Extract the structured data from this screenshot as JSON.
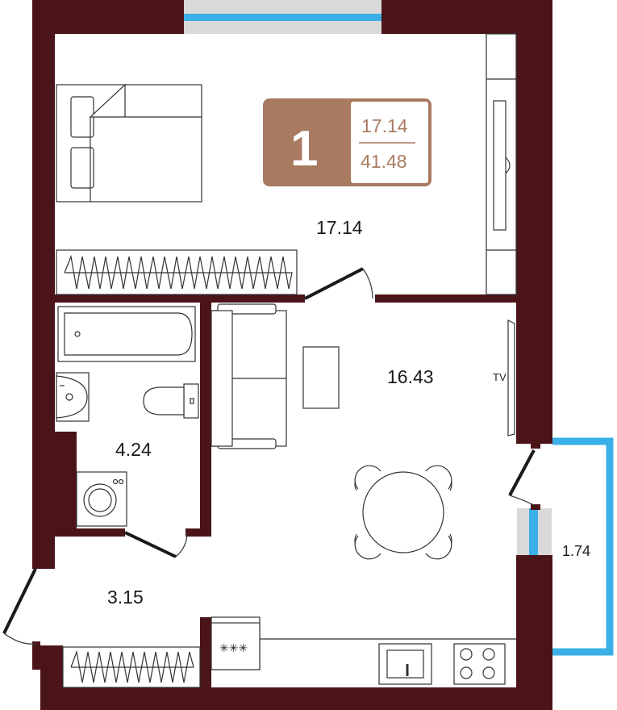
{
  "badge": {
    "rooms": "1",
    "living_area": "17.14",
    "total_area": "41.48"
  },
  "rooms": {
    "bedroom": "17.14",
    "living_kitchen": "16.43",
    "bathroom": "4.24",
    "hallway": "3.15",
    "balcony": "1.74"
  },
  "labels": {
    "tv": "TV",
    "stove": "✳✳✳"
  },
  "colors": {
    "wall": "#4a1419",
    "badge": "#a87a60",
    "window": "#3bb0e8"
  }
}
